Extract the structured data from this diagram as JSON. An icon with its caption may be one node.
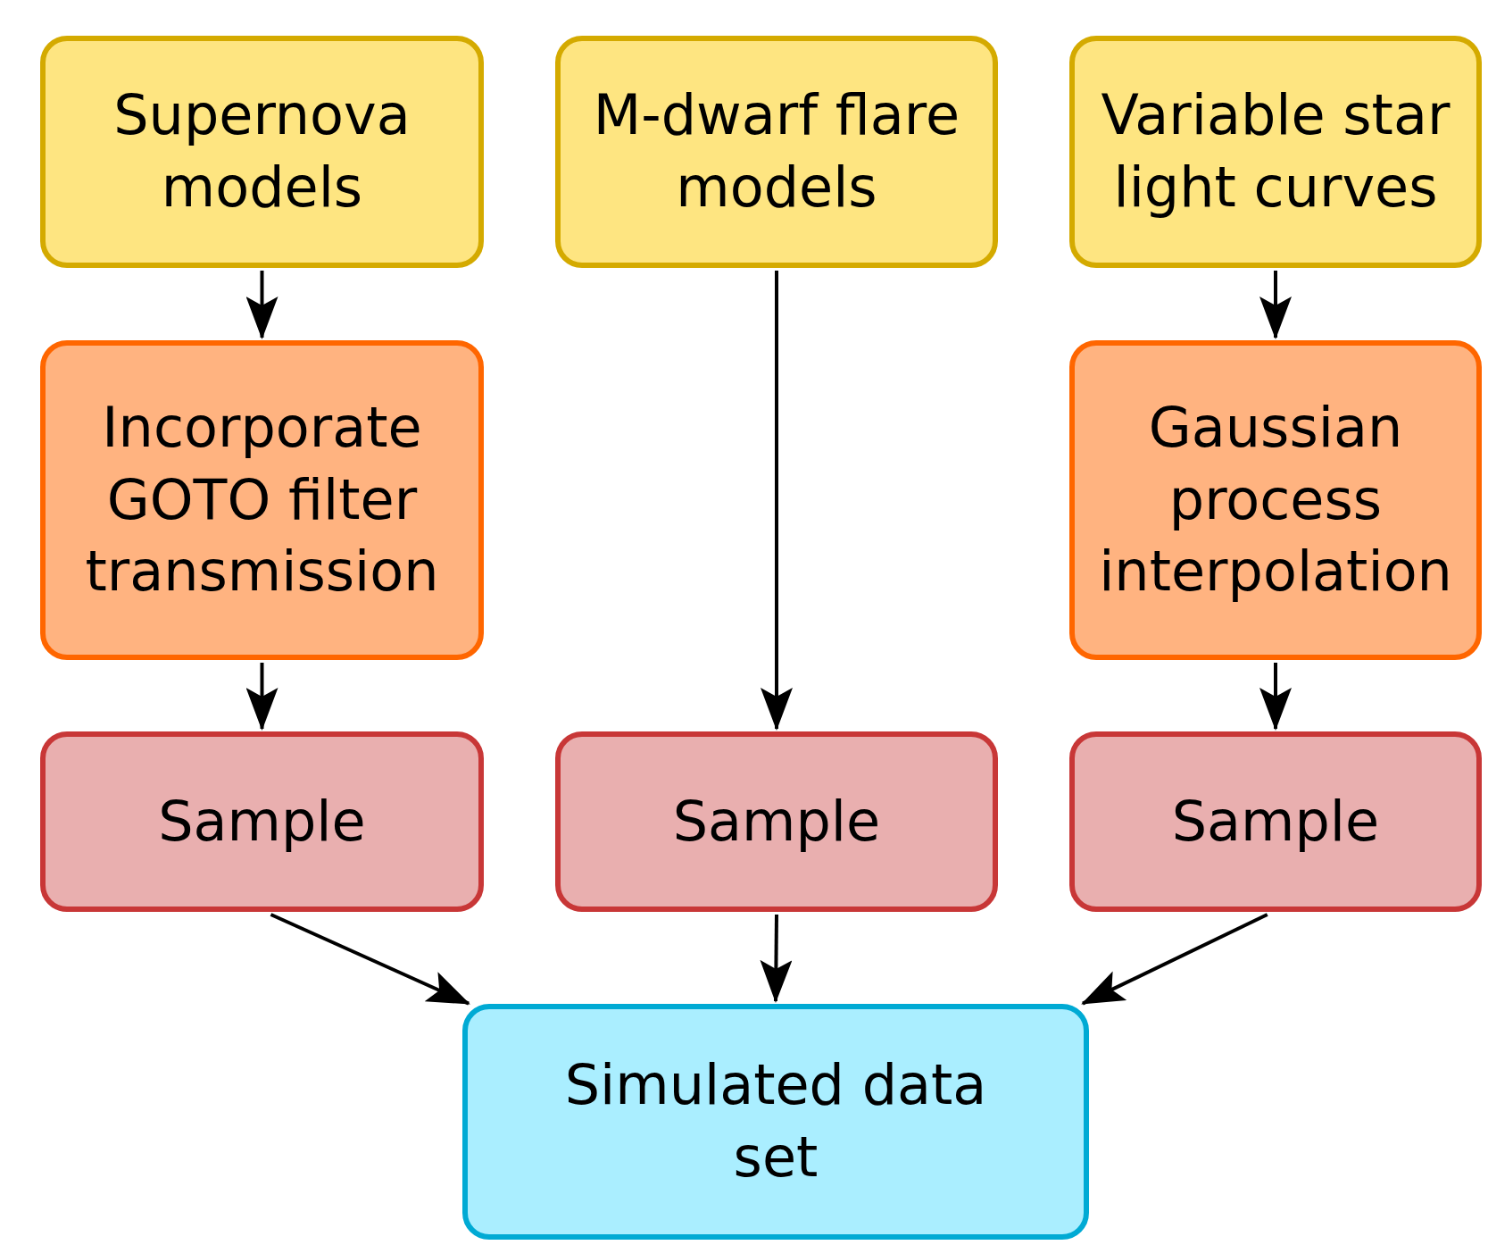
{
  "diagram": {
    "nodes": [
      {
        "text": [
          "Supernova models"
        ]
      },
      {
        "text": [
          "M-dwarf flare models"
        ]
      },
      {
        "text": [
          "Variable star light curves"
        ]
      },
      {
        "text": [
          "Incorporate GOTO filter transmission"
        ]
      },
      {
        "text": [
          "Gaussian process interpolation"
        ]
      },
      {
        "text": [
          "Sample"
        ]
      },
      {
        "text": [
          "Sample"
        ]
      },
      {
        "text": [
          "Sample"
        ]
      },
      {
        "text": [
          "Simulated data set"
        ]
      }
    ],
    "edges": [
      {
        "from": 0,
        "to": 3,
        "arrow": "to"
      },
      {
        "from": 3,
        "to": 5,
        "arrow": "to"
      },
      {
        "from": 1,
        "to": 6,
        "arrow": "to"
      },
      {
        "from": 2,
        "to": 4,
        "arrow": "to"
      },
      {
        "from": 4,
        "to": 7,
        "arrow": "to"
      },
      {
        "from": 5,
        "to": 8,
        "arrow": "to"
      },
      {
        "from": 6,
        "to": 8,
        "arrow": "to"
      },
      {
        "from": 7,
        "to": 8,
        "arrow": "to"
      }
    ]
  }
}
